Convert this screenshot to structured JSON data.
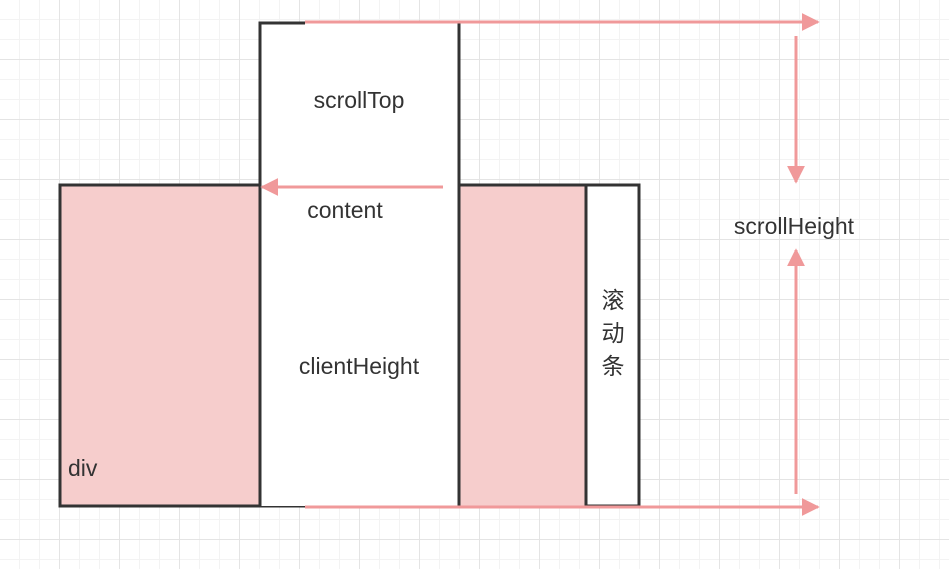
{
  "labels": {
    "scroll_top": "scrollTop",
    "content": "content",
    "client_height": "clientHeight",
    "scroll_height": "scrollHeight",
    "div": "div",
    "scrollbar": [
      "滚",
      "动",
      "条"
    ]
  },
  "colors": {
    "fill": "#f6cdcc",
    "arrow": "#f0999a",
    "stroke": "#333333",
    "text": "#333333"
  }
}
